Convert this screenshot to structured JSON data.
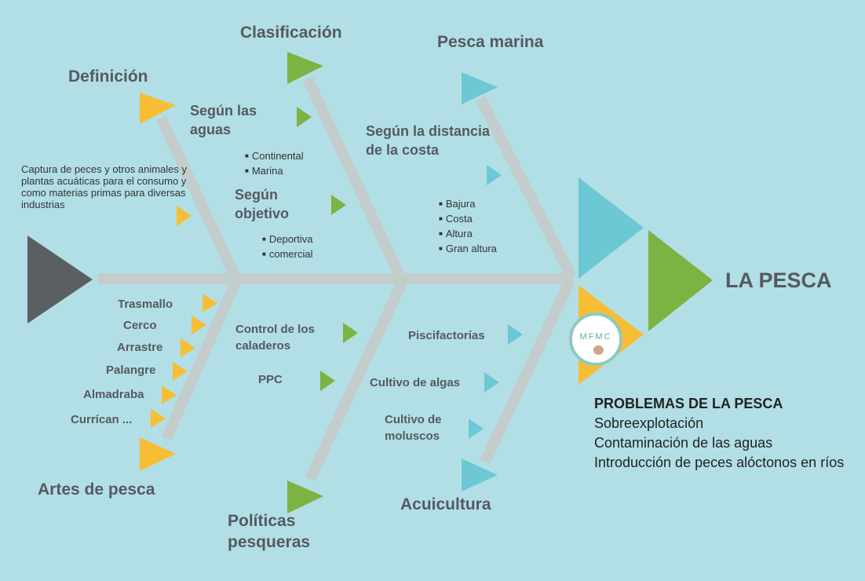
{
  "title": "LA PESCA",
  "categories": {
    "definicion": "Definición",
    "clasificacion": "Clasificación",
    "pesca_marina": "Pesca marina",
    "artes": "Artes de pesca",
    "politicas": "Políticas pesqueras",
    "acuicultura": "Acuicultura"
  },
  "definition_text": "Captura de peces y otros animales y plantas acuáticas para el consumo y como materias primas para diversas industrias",
  "clasificacion": {
    "segun_aguas": "Según las aguas",
    "aguas_items": [
      "Continental",
      "Marina"
    ],
    "segun_objetivo": "Según objetivo",
    "objetivo_items": [
      "Deportiva",
      "comercial"
    ]
  },
  "pesca_marina": {
    "segun_distancia": "Según la distancia de la costa",
    "distancia_items": [
      "Bajura",
      "Costa",
      "Altura",
      "Gran altura"
    ]
  },
  "artes": [
    "Trasmallo",
    "Cerco",
    "Arrastre",
    "Palangre",
    "Almadraba",
    "Currícan ..."
  ],
  "politicas": [
    "Control de los caladeros",
    "PPC"
  ],
  "acuicultura": [
    "Piscifactorías",
    "Cultivo de algas",
    "Cultivo de moluscos"
  ],
  "problemas": {
    "heading": "PROBLEMAS DE LA PESCA",
    "items": [
      "Sobreexplotación",
      "Contaminación de las aguas",
      "Introducción de peces alóctonos en ríos"
    ]
  },
  "logo_text": "MFMC",
  "colors": {
    "background": "#b2dfe6",
    "bone": "#c3cdcc",
    "yellow": "#f7be35",
    "green": "#7cb342",
    "cyan": "#6cc8d4",
    "dark": "#5a5f61",
    "text": "#555a5e"
  }
}
